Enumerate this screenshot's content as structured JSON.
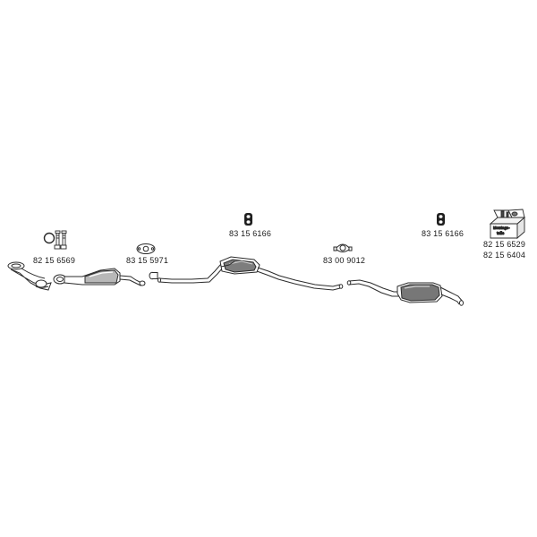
{
  "parts": {
    "bolts_kit": "82 15 6569",
    "gasket_front": "83 15 5971",
    "hanger_mid": "83 15 6166",
    "clamp": "83 00 9012",
    "hanger_rear": "83 15 6166",
    "mounting_kit_1": "82 15 6529",
    "mounting_kit_2": "82 15 6404"
  },
  "kit_box": {
    "line1": "Montage-",
    "line2": "teile"
  },
  "colors": {
    "line": "#2b2b2b",
    "fill_light": "#ffffff",
    "fill_shade": "#8a8a8a"
  }
}
